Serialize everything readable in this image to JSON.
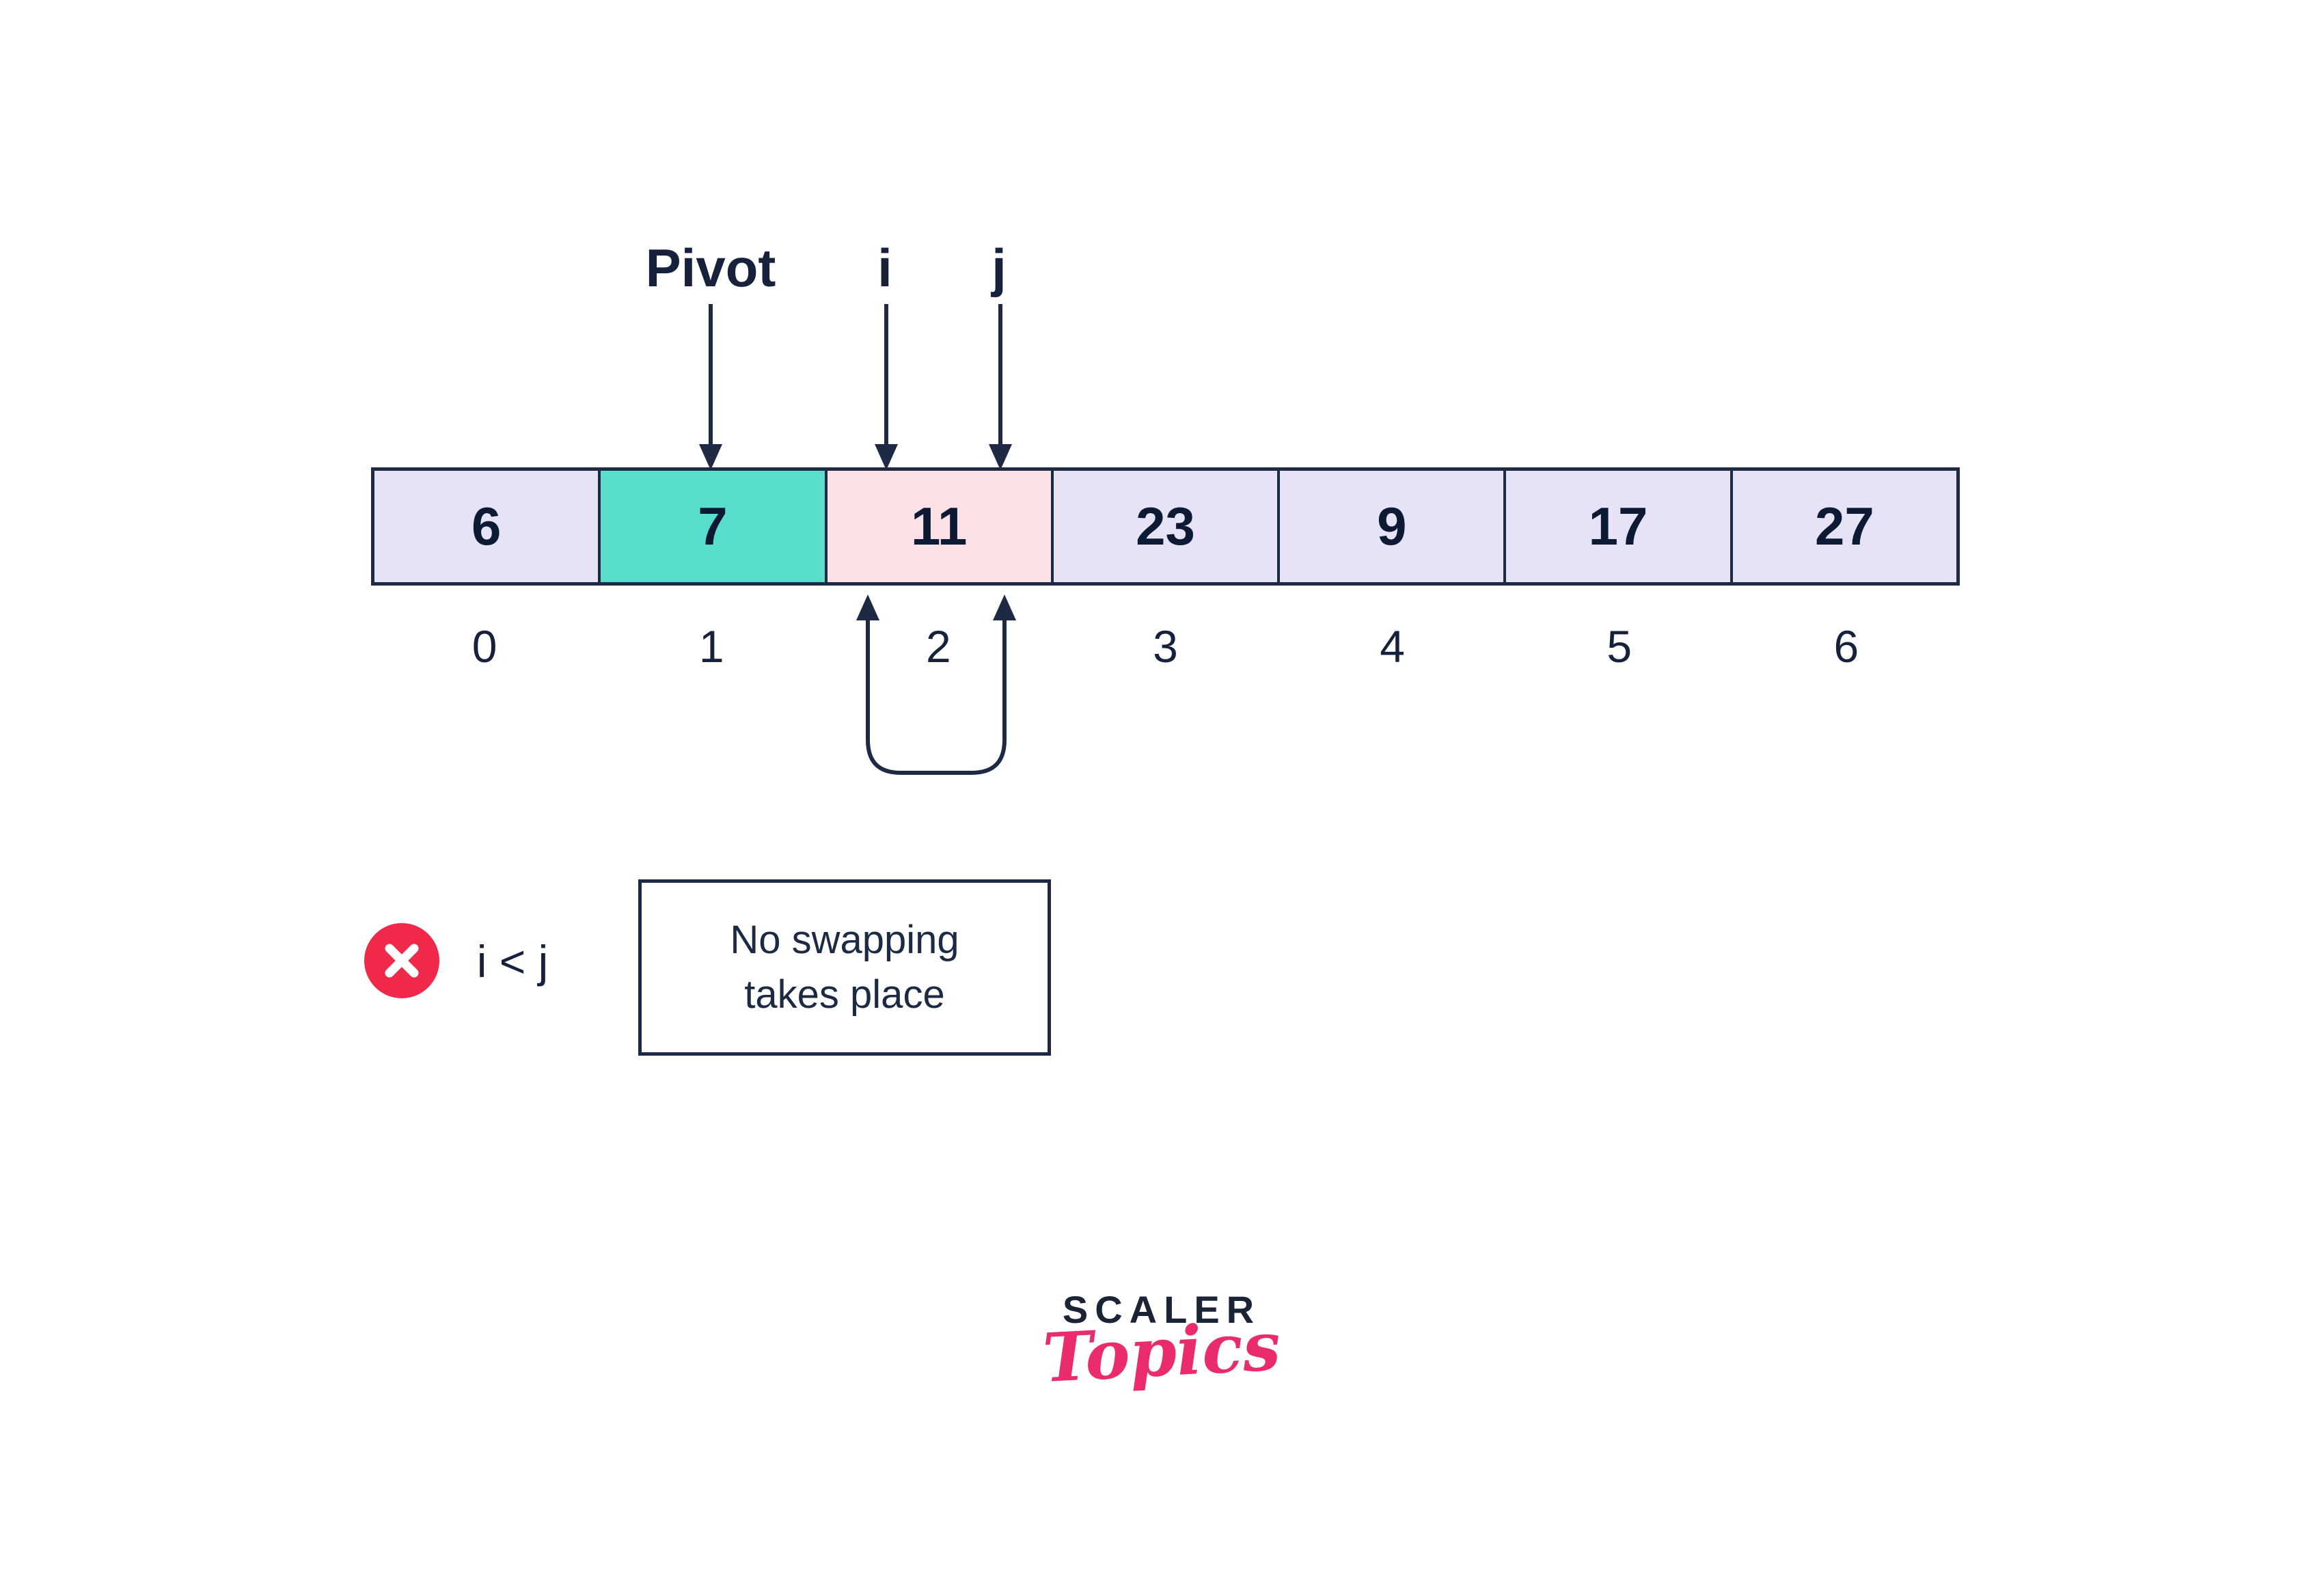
{
  "diagram": {
    "pointers": {
      "pivot": {
        "label": "Pivot",
        "target_index": 1
      },
      "i": {
        "label": "i",
        "target_index": 2
      },
      "j": {
        "label": "j",
        "target_index": 2
      }
    },
    "array": {
      "cells": [
        {
          "value": "6",
          "index": "0",
          "highlight": "default"
        },
        {
          "value": "7",
          "index": "1",
          "highlight": "pivot"
        },
        {
          "value": "11",
          "index": "2",
          "highlight": "current"
        },
        {
          "value": "23",
          "index": "3",
          "highlight": "default"
        },
        {
          "value": "9",
          "index": "4",
          "highlight": "default"
        },
        {
          "value": "17",
          "index": "5",
          "highlight": "default"
        },
        {
          "value": "27",
          "index": "6",
          "highlight": "default"
        }
      ]
    },
    "condition": {
      "icon": "x-circle",
      "text": "i < j"
    },
    "note_box": {
      "line1": "No swapping",
      "line2": "takes place"
    },
    "logo": {
      "brand": "SCALER",
      "sub": "Topics"
    },
    "colors": {
      "cell_default": "#e6e3f6",
      "cell_pivot": "#58decb",
      "cell_current": "#fce1e7",
      "outline_navy": "#1e2a44",
      "value_text": "#0d1a33",
      "cross_red": "#f0294b",
      "logo_navy": "#1b2435",
      "logo_pink": "#ea2c6d"
    }
  }
}
